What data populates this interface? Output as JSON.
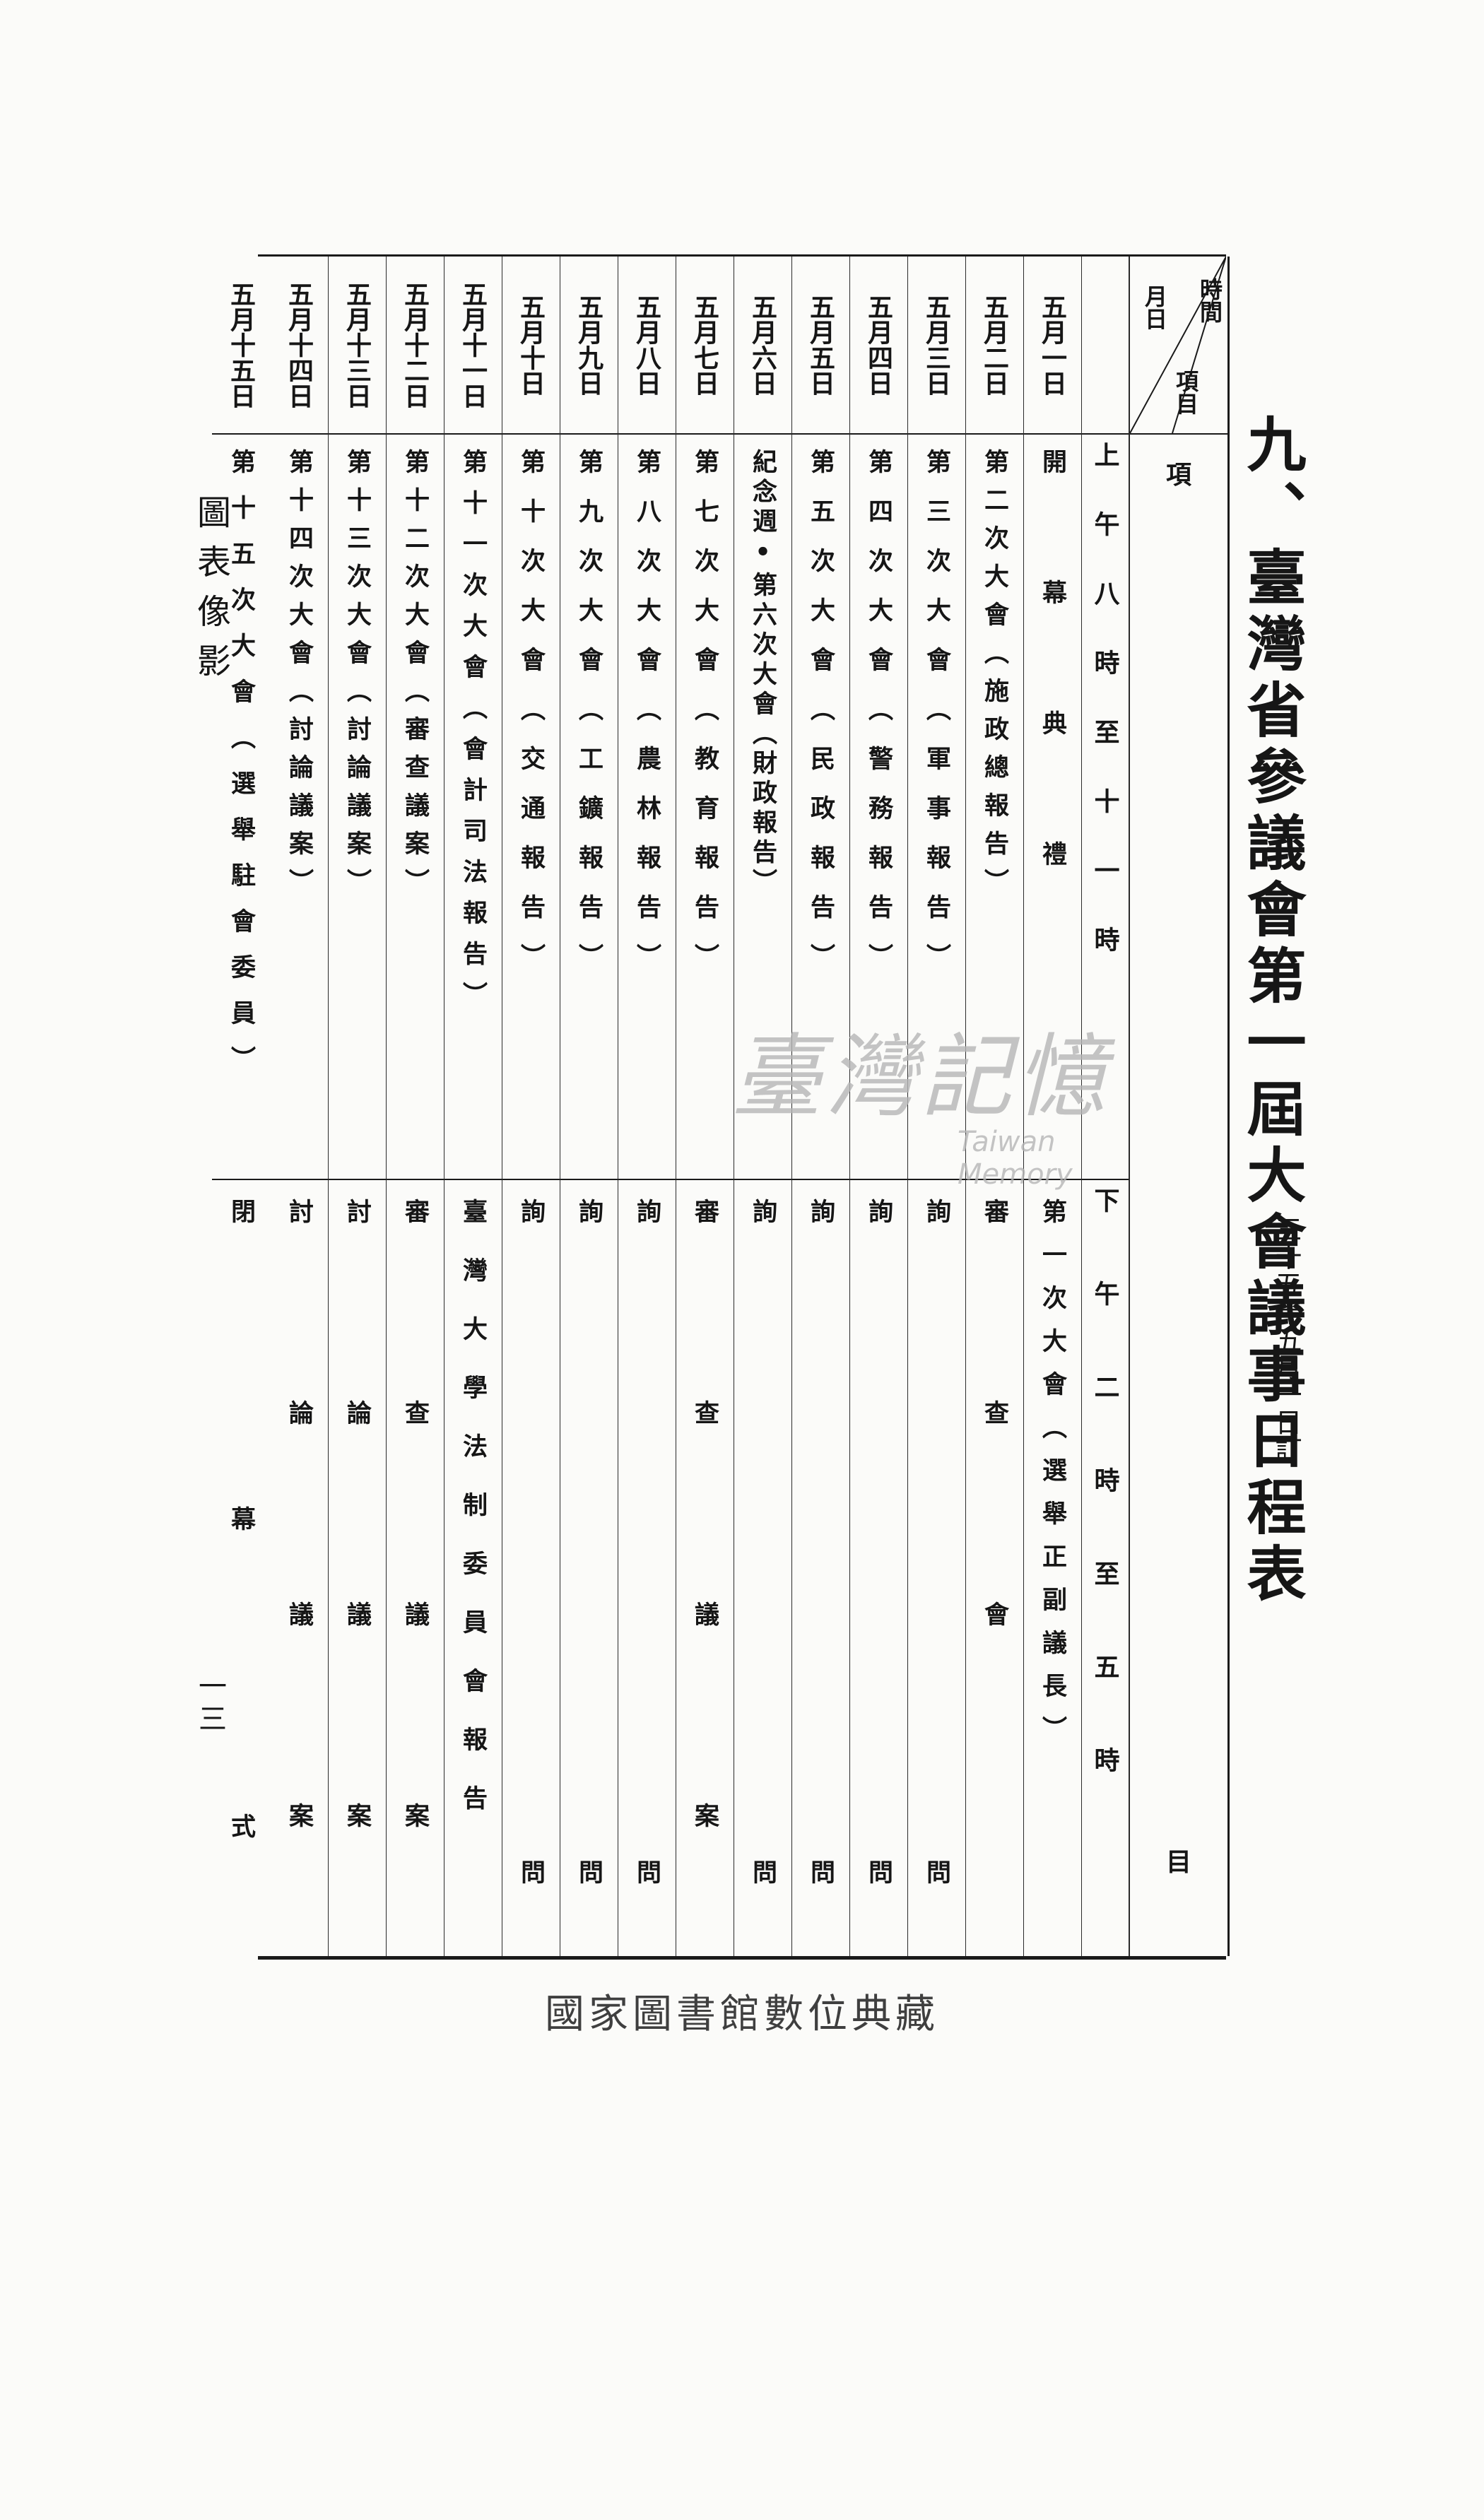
{
  "document": {
    "title": "九、臺灣省參議會第一屆大會議事日程表",
    "date_note": "三十五年五月一日訂",
    "side_label": "圖表像影",
    "page_number": "一三",
    "footer": "國家圖書館數位典藏"
  },
  "watermark": {
    "text": "臺灣記憶",
    "subtext": "Taiwan Memory"
  },
  "schedule": {
    "header": {
      "time": "時間",
      "item": "項目",
      "month_day": "月日",
      "item_top": "項",
      "item_bottom": "目"
    },
    "time_headers": {
      "morning": "上午八時至十一時",
      "afternoon": "下午二時至五時"
    },
    "rows": [
      {
        "date": "五月一日",
        "morning": "開幕典禮",
        "afternoon": "第一次大會（選舉正副議長）"
      },
      {
        "date": "五月二日",
        "morning": "第二次大會（施政總報告）",
        "afternoon": "審查會"
      },
      {
        "date": "五月三日",
        "morning": "第三次大會（軍事報告）",
        "afternoon": "詢問"
      },
      {
        "date": "五月四日",
        "morning": "第四次大會（警務報告）",
        "afternoon": "詢問"
      },
      {
        "date": "五月五日",
        "morning": "第五次大會（民政報告）",
        "afternoon": "詢問"
      },
      {
        "date": "五月六日",
        "morning": "紀念週•第六次大會（財政報告）",
        "afternoon": "詢問"
      },
      {
        "date": "五月七日",
        "morning": "第七次大會（教育報告）",
        "afternoon": "審查議案"
      },
      {
        "date": "五月八日",
        "morning": "第八次大會（農林報告）",
        "afternoon": "詢問"
      },
      {
        "date": "五月九日",
        "morning": "第九次大會（工鑛報告）",
        "afternoon": "詢問"
      },
      {
        "date": "五月十日",
        "morning": "第十次大會（交通報告）",
        "afternoon": "詢問"
      },
      {
        "date": "五月十一日",
        "morning": "第十一次大會（會計司法報告）",
        "afternoon": "臺灣大學法制委員會報告"
      },
      {
        "date": "五月十二日",
        "morning": "第十二次大會（審查議案）",
        "afternoon": "審查議案"
      },
      {
        "date": "五月十三日",
        "morning": "第十三次大會（討論議案）",
        "afternoon": "討論議案"
      },
      {
        "date": "五月十四日",
        "morning": "第十四次大會（討論議案）",
        "afternoon": "討論議案"
      },
      {
        "date": "五月十五日",
        "morning": "第十五次大會（選舉駐會委員）",
        "afternoon": "閉幕式"
      }
    ]
  }
}
